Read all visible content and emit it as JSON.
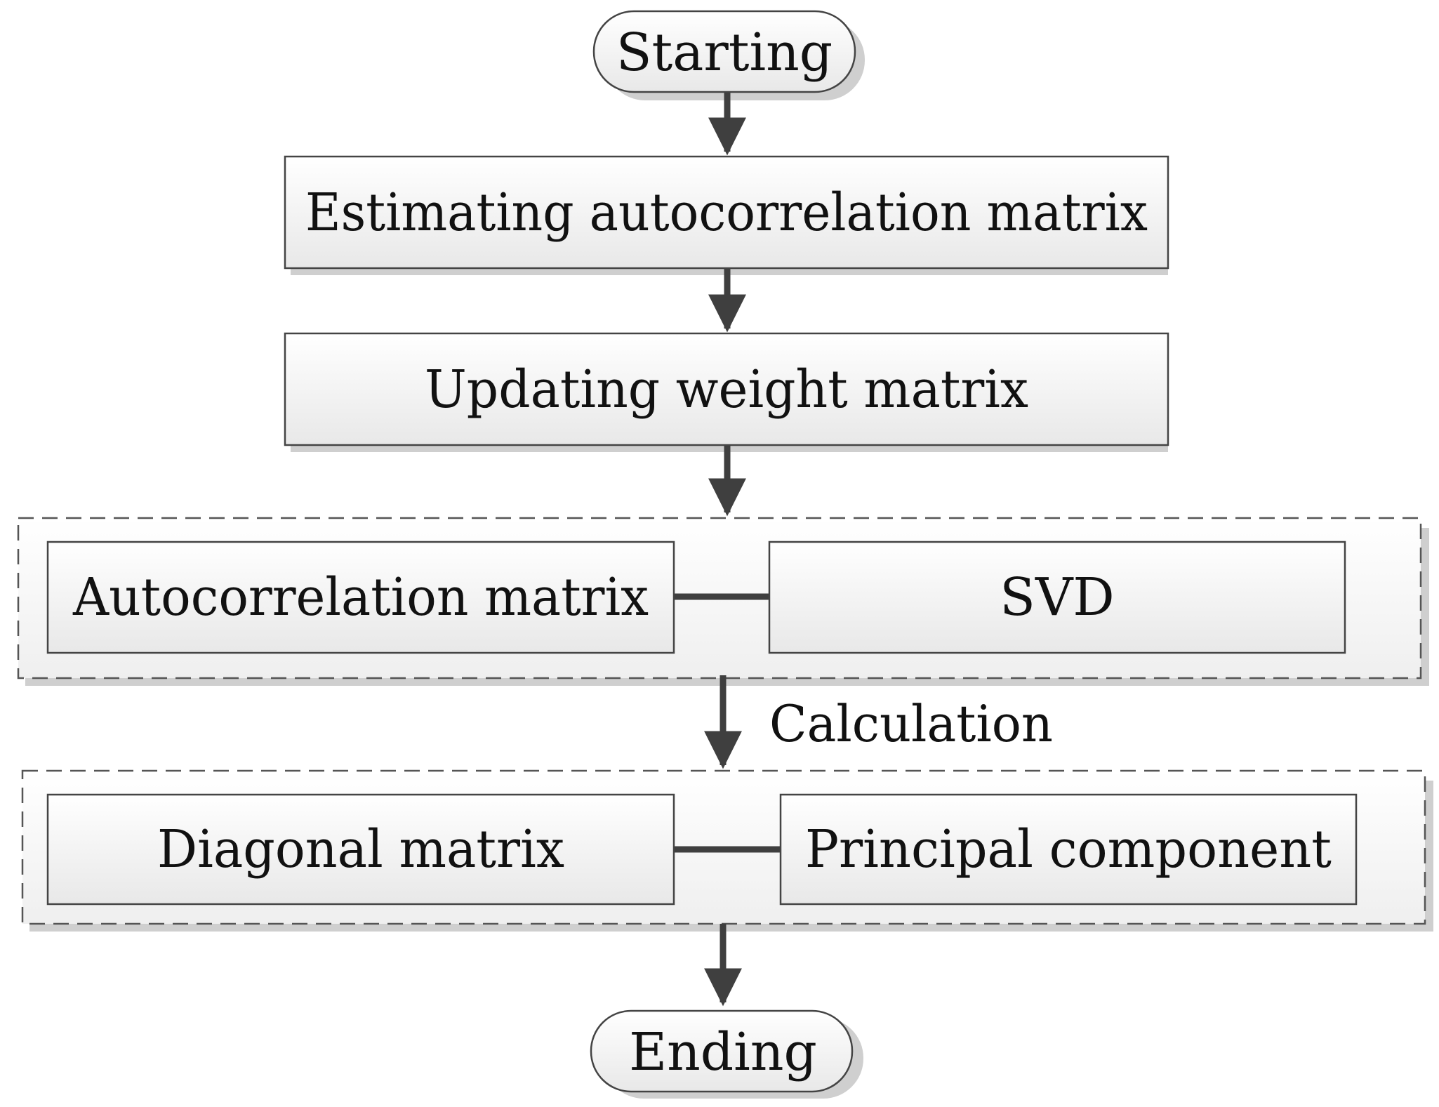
{
  "nodes": {
    "start": "Starting",
    "estimate": "Estimating autocorrelation matrix",
    "update": "Updating weight matrix",
    "autocorr": "Autocorrelation matrix",
    "svd": "SVD",
    "diagonal": "Diagonal matrix",
    "principal": "Principal component",
    "end": "Ending"
  },
  "edge_labels": {
    "calculation": "Calculation"
  }
}
